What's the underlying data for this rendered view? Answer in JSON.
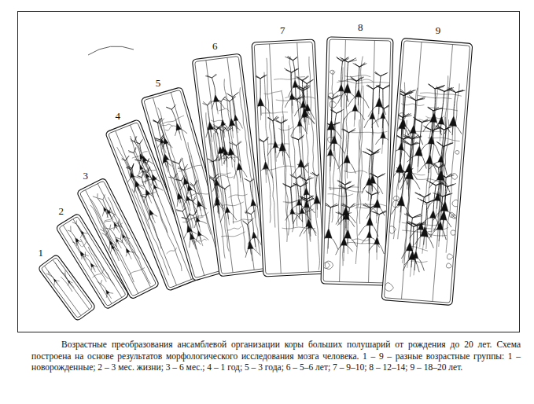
{
  "diagram": {
    "caption": "Возрастные преобразования ансамблевой организации коры больших полушарий от рождения до 20 лет. Схема построена на основе результатов морфологического исследования мозга человека. 1 – 9 – разные возрастные группы: 1 – новорожденные; 2 – 3 мес. жизни; 3 – 6 мес.; 4 – 1 год; 5 – 3 года; 6 – 5–6 лет; 7 – 9–10; 8 – 12–14; 9 – 18–20 лет.",
    "labels": [
      "1",
      "2",
      "3",
      "4",
      "5",
      "6",
      "7",
      "8",
      "9"
    ]
  }
}
